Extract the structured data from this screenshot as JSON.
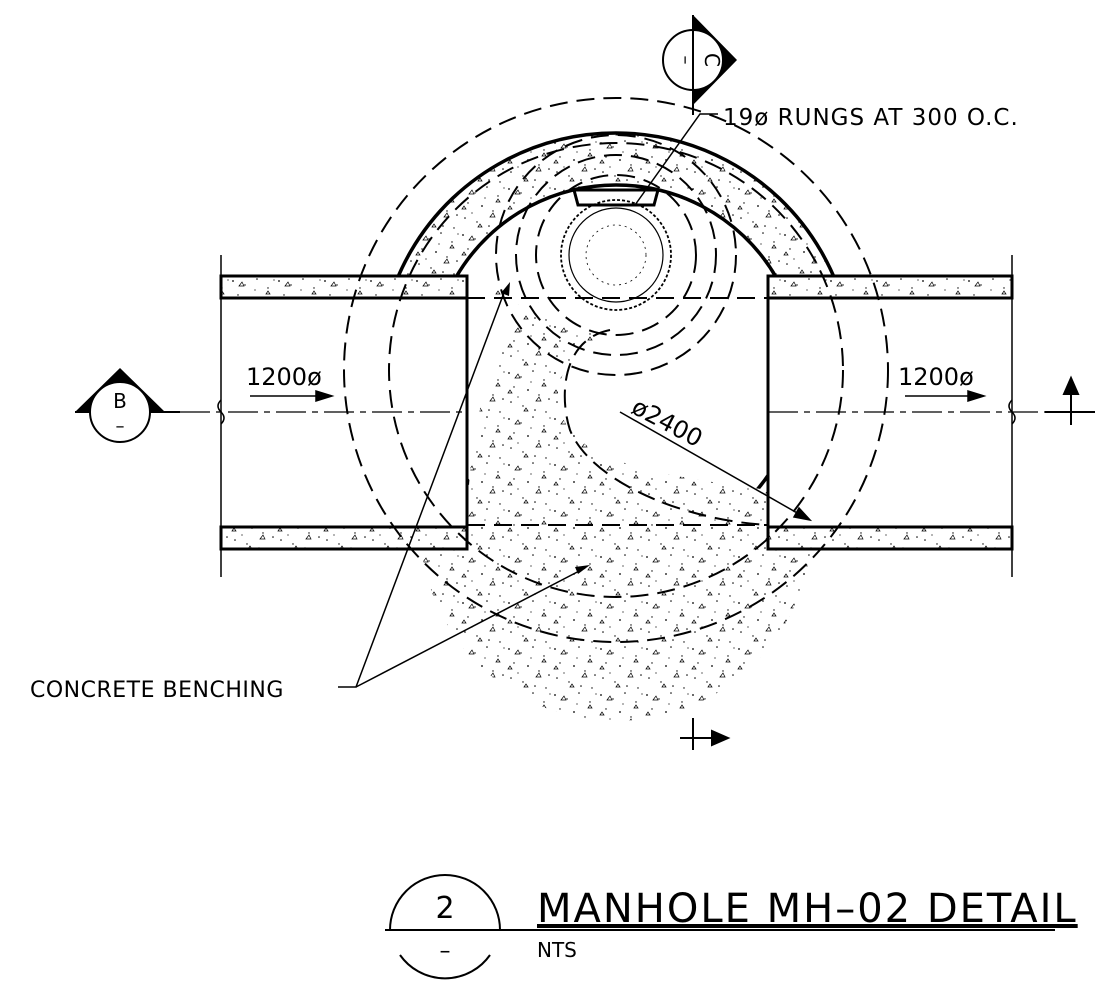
{
  "drawing": {
    "labels": {
      "rungs": "19ø RUNGS AT 300 O.C.",
      "pipe_in": "1200ø",
      "pipe_out": "1200ø",
      "diameter": "ø2400",
      "benching": "CONCRETE BENCHING"
    },
    "section_markers": {
      "b_letter": "B",
      "b_sheet": "–",
      "c_letter": "C",
      "c_sheet": "–"
    }
  },
  "title_block": {
    "number": "2",
    "sheet": "–",
    "title": "MANHOLE MH–02 DETAIL",
    "scale": "NTS"
  }
}
